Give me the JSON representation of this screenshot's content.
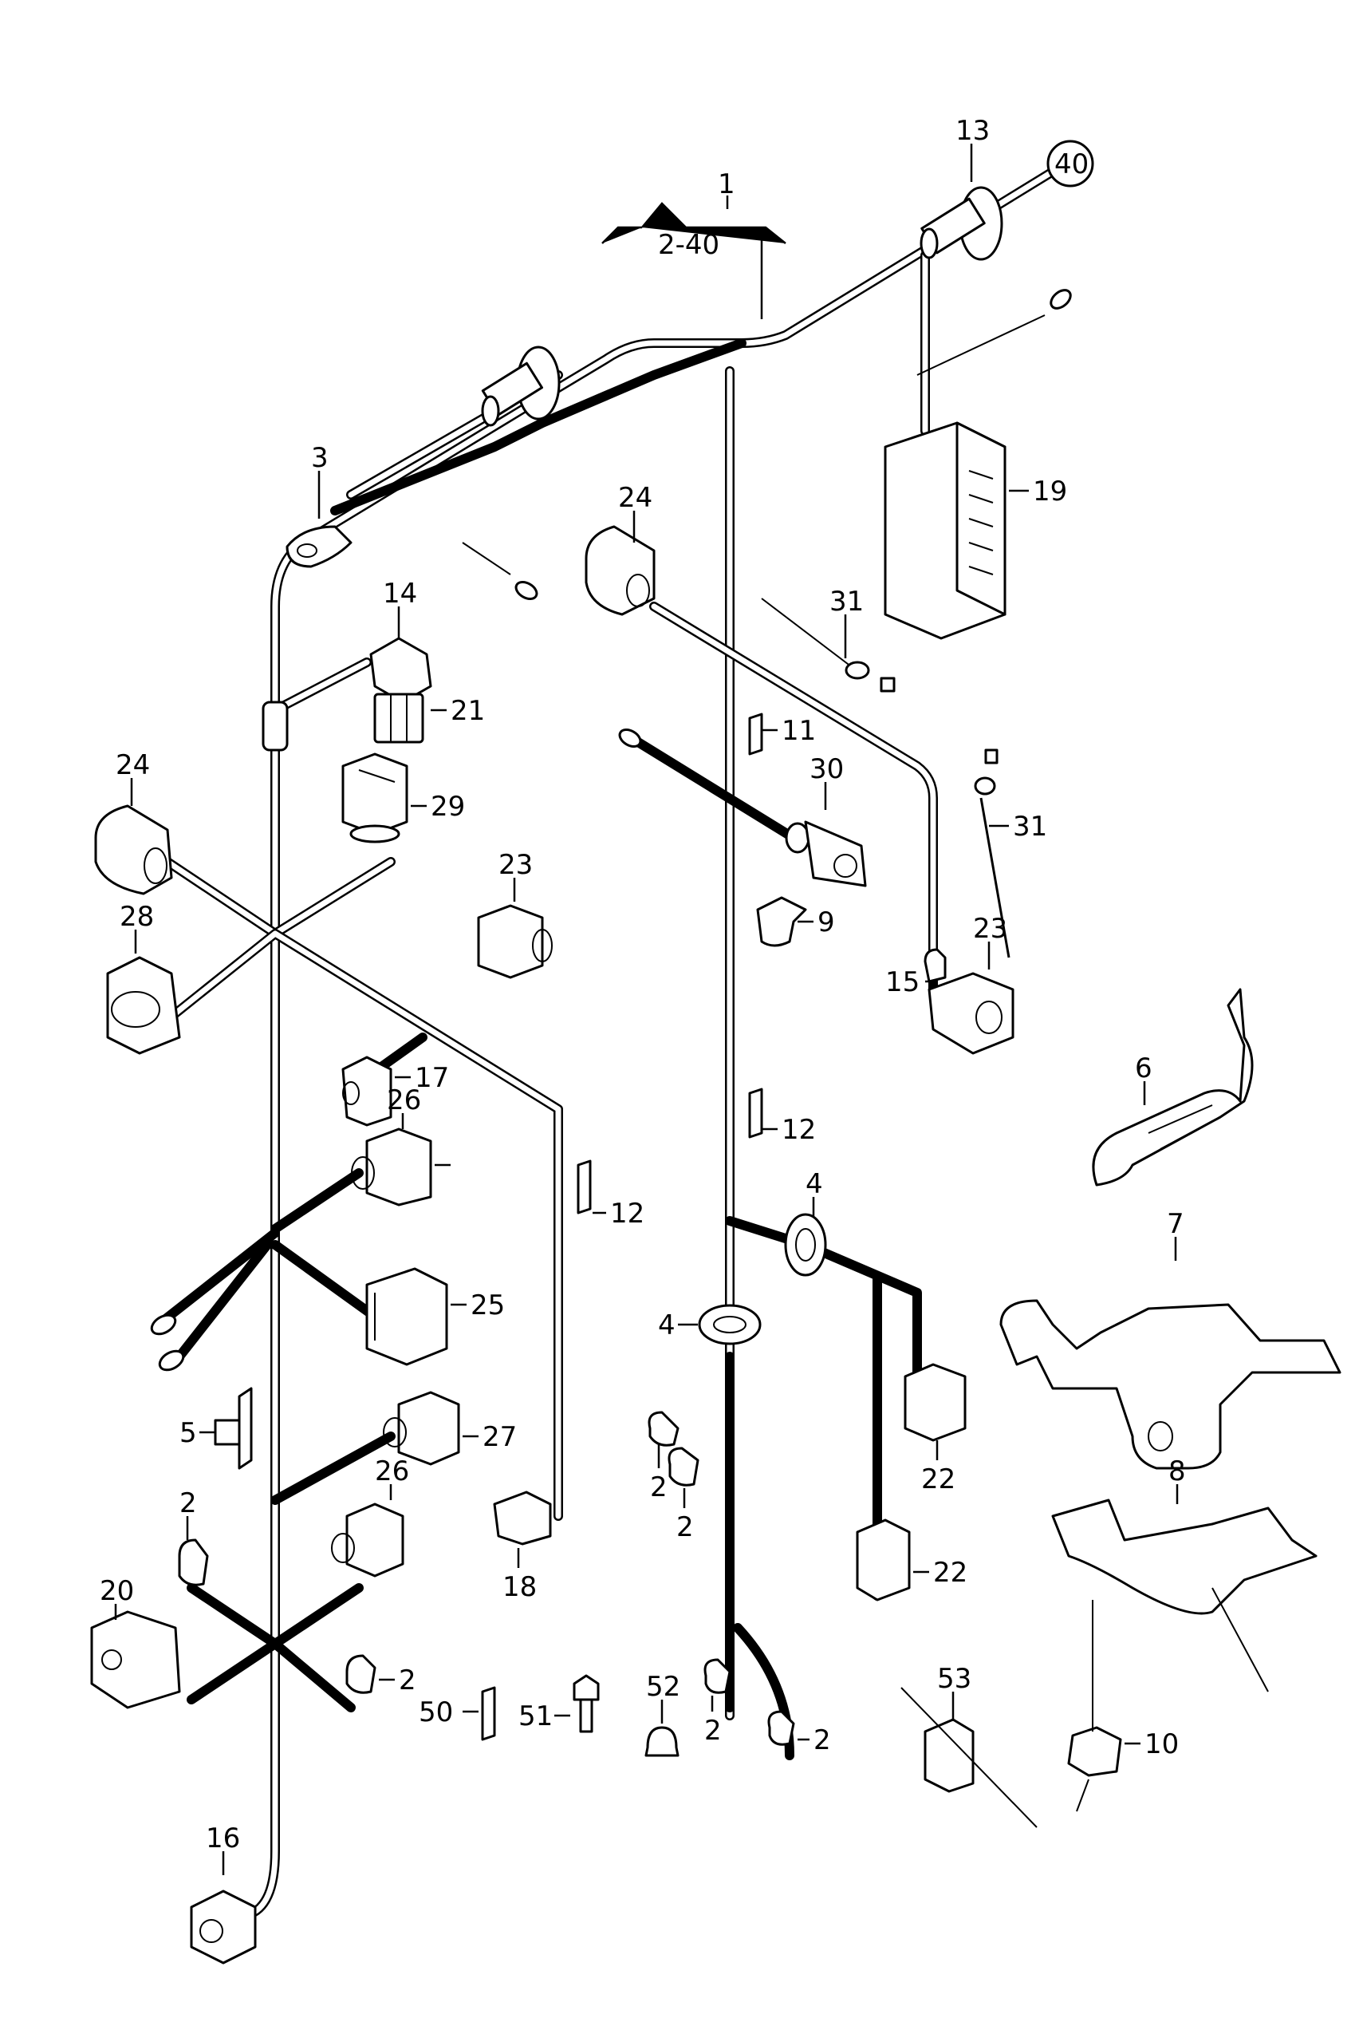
{
  "diagram": {
    "title": "Wiring harness exploded parts diagram",
    "assembly_label": {
      "number": "1",
      "range": "2-40"
    },
    "circled_reference": "40",
    "callouts": [
      {
        "id": "c13",
        "label": "13"
      },
      {
        "id": "c3",
        "label": "3"
      },
      {
        "id": "c19",
        "label": "19"
      },
      {
        "id": "c24a",
        "label": "24"
      },
      {
        "id": "c14",
        "label": "14"
      },
      {
        "id": "c21",
        "label": "21"
      },
      {
        "id": "c31a",
        "label": "31"
      },
      {
        "id": "c11",
        "label": "11"
      },
      {
        "id": "c24b",
        "label": "24"
      },
      {
        "id": "c29",
        "label": "29"
      },
      {
        "id": "c30",
        "label": "30"
      },
      {
        "id": "c31b",
        "label": "31"
      },
      {
        "id": "c28",
        "label": "28"
      },
      {
        "id": "c23a",
        "label": "23"
      },
      {
        "id": "c9",
        "label": "9"
      },
      {
        "id": "c23b",
        "label": "23"
      },
      {
        "id": "c15",
        "label": "15"
      },
      {
        "id": "c17",
        "label": "17"
      },
      {
        "id": "c6",
        "label": "6"
      },
      {
        "id": "c12a",
        "label": "12"
      },
      {
        "id": "c26a",
        "label": "26"
      },
      {
        "id": "c12b",
        "label": "12"
      },
      {
        "id": "c4a",
        "label": "4"
      },
      {
        "id": "c7",
        "label": "7"
      },
      {
        "id": "c25",
        "label": "25"
      },
      {
        "id": "c4b",
        "label": "4"
      },
      {
        "id": "c5",
        "label": "5"
      },
      {
        "id": "c27",
        "label": "27"
      },
      {
        "id": "c22a",
        "label": "22"
      },
      {
        "id": "c2a",
        "label": "2"
      },
      {
        "id": "c2b",
        "label": "2"
      },
      {
        "id": "c26b",
        "label": "26"
      },
      {
        "id": "c8",
        "label": "8"
      },
      {
        "id": "c2c",
        "label": "2"
      },
      {
        "id": "c22b",
        "label": "22"
      },
      {
        "id": "c18",
        "label": "18"
      },
      {
        "id": "c20",
        "label": "20"
      },
      {
        "id": "c2d",
        "label": "2"
      },
      {
        "id": "c2e",
        "label": "2"
      },
      {
        "id": "c2f",
        "label": "2"
      },
      {
        "id": "c16",
        "label": "16"
      },
      {
        "id": "c53",
        "label": "53"
      },
      {
        "id": "c10",
        "label": "10"
      },
      {
        "id": "c50",
        "label": "50"
      },
      {
        "id": "c51",
        "label": "51"
      },
      {
        "id": "c52",
        "label": "52"
      }
    ]
  }
}
